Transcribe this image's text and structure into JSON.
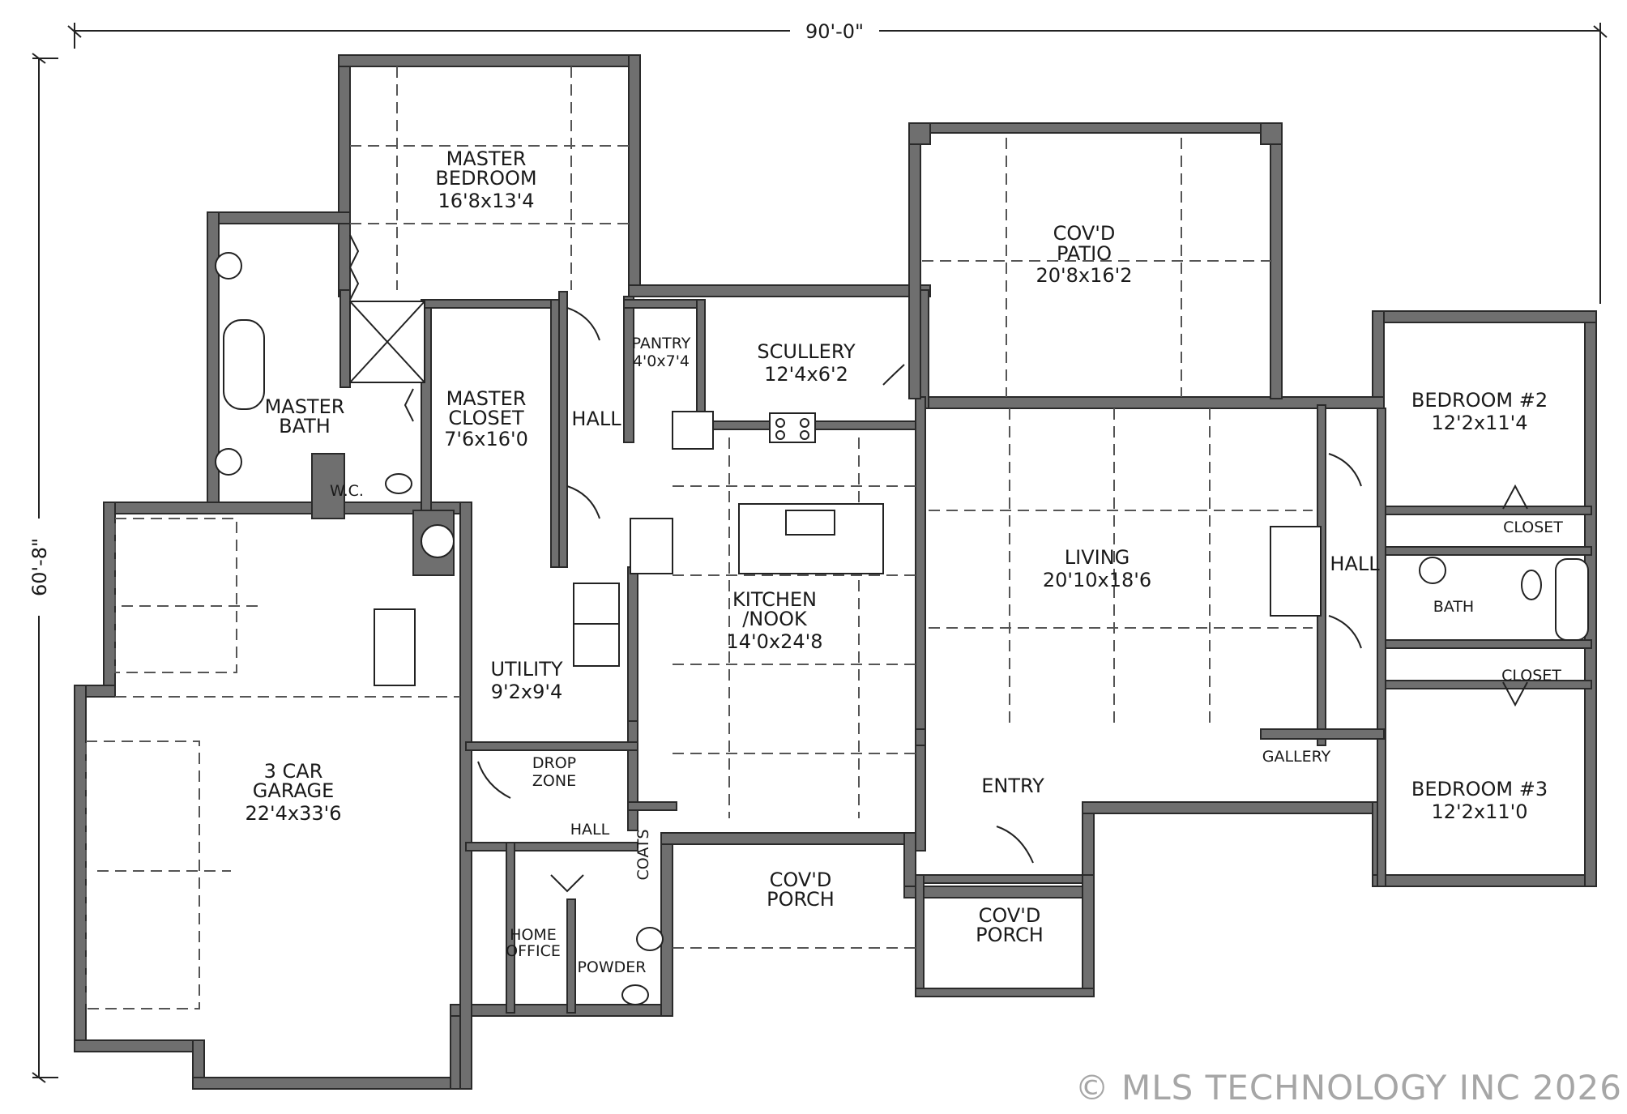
{
  "dimensions": {
    "width": "90'-0\"",
    "depth": "60'-8\""
  },
  "rooms": {
    "master_bedroom": {
      "name": "MASTER",
      "name2": "BEDROOM",
      "size": "16'8x13'4"
    },
    "covd_patio": {
      "name": "COV'D",
      "name2": "PATIO",
      "size": "20'8x16'2"
    },
    "pantry": {
      "name": "PANTRY",
      "size": "4'0x7'4"
    },
    "scullery": {
      "name": "SCULLERY",
      "size": "12'4x6'2"
    },
    "master_bath": {
      "name": "MASTER",
      "name2": "BATH"
    },
    "master_closet": {
      "name": "MASTER",
      "name2": "CLOSET",
      "size": "7'6x16'0"
    },
    "hall_master": {
      "name": "HALL"
    },
    "wc": {
      "name": "W.C."
    },
    "bedroom2": {
      "name": "BEDROOM #2",
      "size": "12'2x11'4"
    },
    "closet2": {
      "name": "CLOSET"
    },
    "hall_east": {
      "name": "HALL"
    },
    "bath": {
      "name": "BATH"
    },
    "living": {
      "name": "LIVING",
      "size": "20'10x18'6"
    },
    "kitchen": {
      "name": "KITCHEN",
      "name2": "/NOOK",
      "size": "14'0x24'8"
    },
    "utility": {
      "name": "UTILITY",
      "size": "9'2x9'4"
    },
    "garage": {
      "name": "3 CAR",
      "name2": "GARAGE",
      "size": "22'4x33'6"
    },
    "drop_zone": {
      "name": "DROP",
      "name2": "ZONE"
    },
    "closet3": {
      "name": "CLOSET"
    },
    "gallery": {
      "name": "GALLERY"
    },
    "entry": {
      "name": "ENTRY"
    },
    "bedroom3": {
      "name": "BEDROOM #3",
      "size": "12'2x11'0"
    },
    "hall_south": {
      "name": "HALL"
    },
    "coats": {
      "name": "COATS"
    },
    "porch_west": {
      "name": "COV'D",
      "name2": "PORCH"
    },
    "porch_entry": {
      "name": "COV'D",
      "name2": "PORCH"
    },
    "home_office": {
      "name": "HOME",
      "name2": "OFFICE"
    },
    "powder": {
      "name": "POWDER"
    }
  },
  "watermark": "© MLS TECHNOLOGY INC 2026"
}
